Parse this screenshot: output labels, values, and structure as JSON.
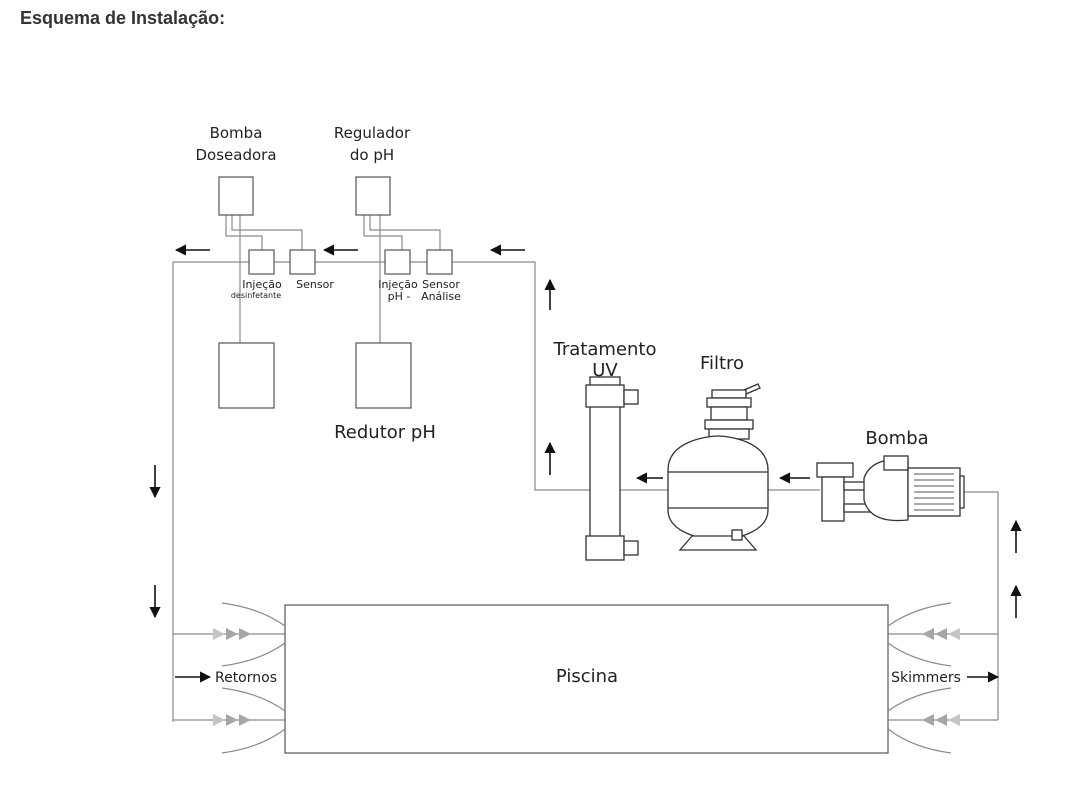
{
  "title": "Esquema de Instalação:",
  "labels": {
    "bomba_doseadora_l1": "Bomba",
    "bomba_doseadora_l2": "Doseadora",
    "regulador_l1": "Regulador",
    "regulador_l2": "do pH",
    "injecao_l1": "Injeção",
    "injecao_l2": "desinfetante",
    "sensor": "Sensor",
    "injecao_ph_l1": "Injeção",
    "injecao_ph_l2": "pH -",
    "sensor_analise_l1": "Sensor",
    "sensor_analise_l2": "Análise",
    "redutor": "Redutor pH",
    "tratamento_l1": "Tratamento",
    "tratamento_l2": "UV",
    "filtro": "Filtro",
    "bomba": "Bomba",
    "piscina": "Piscina",
    "retornos": "Retornos",
    "skimmers": "Skimmers"
  },
  "colors": {
    "pipe": "#8a8a8a",
    "outline": "#333333",
    "arrow": "#111111",
    "nozzle_arrow": "#aaaaaa"
  }
}
